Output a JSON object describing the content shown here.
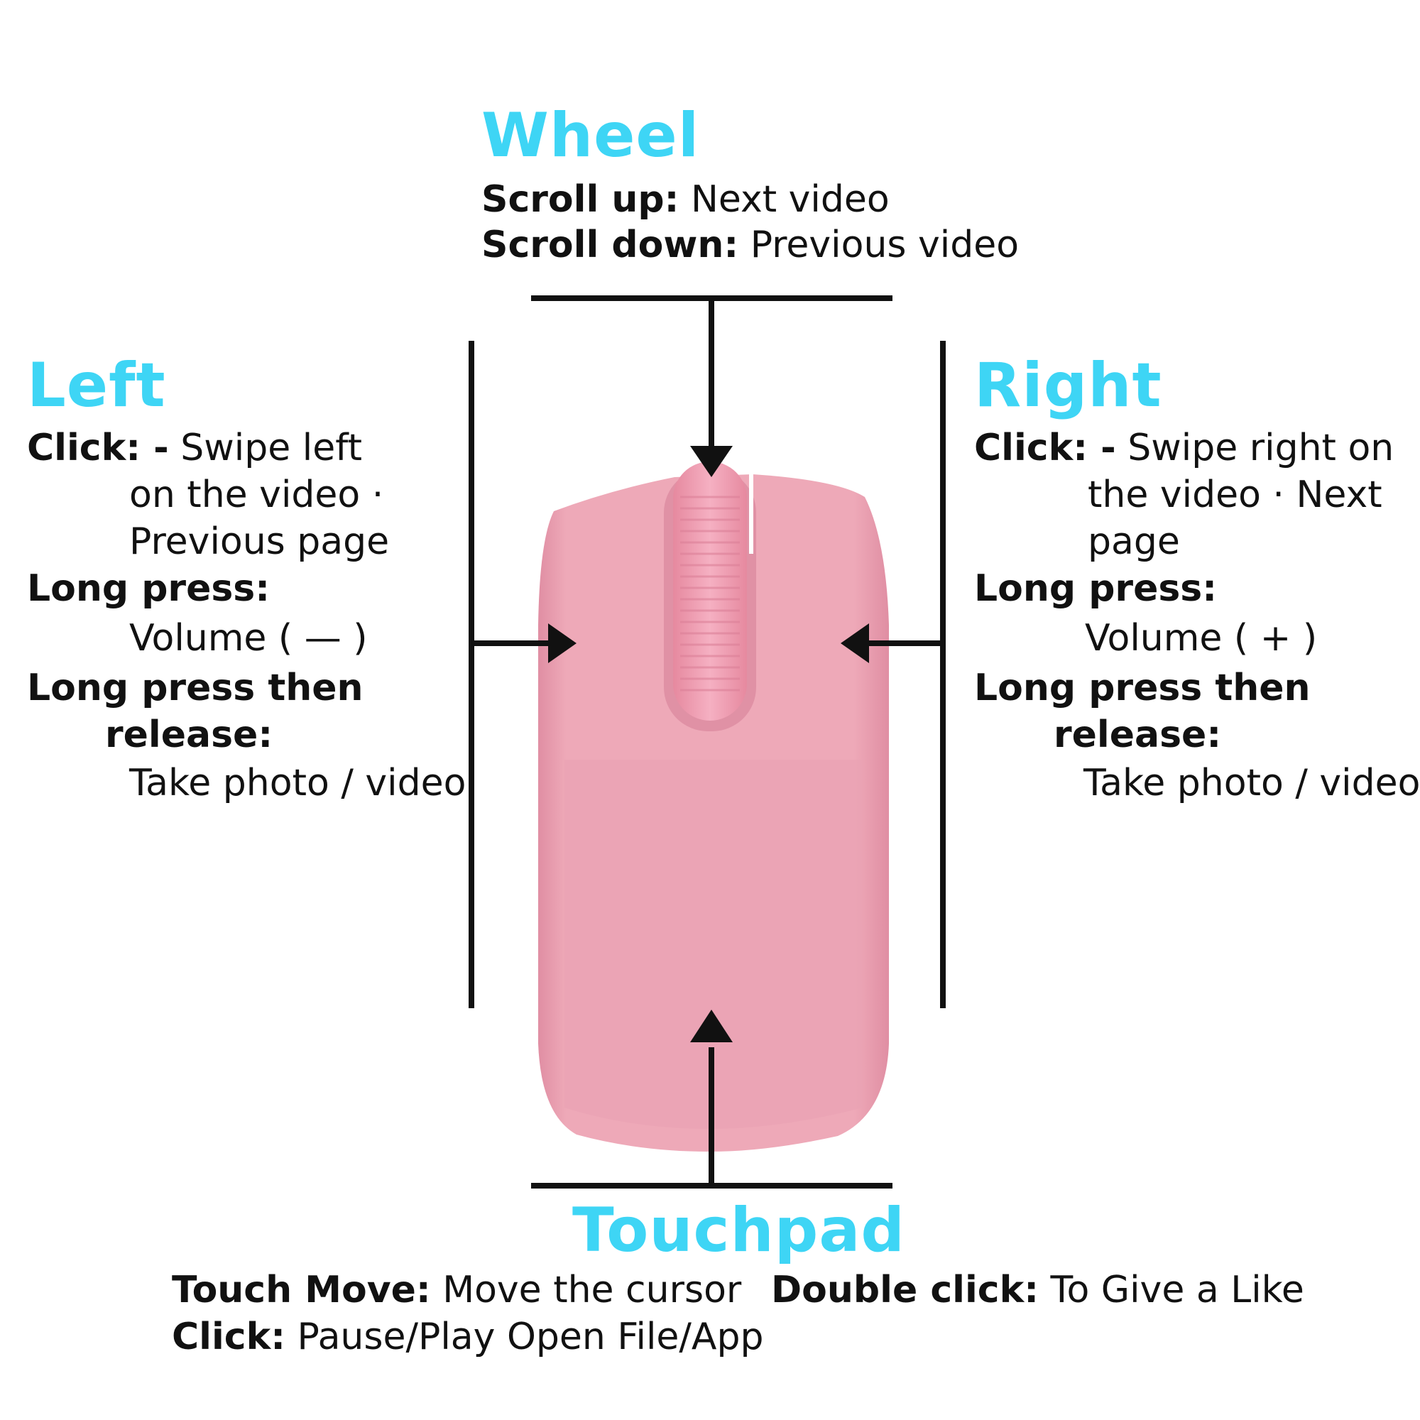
{
  "colors": {
    "heading": "#3ed5f5",
    "mouse_body": "#eea9b8",
    "mouse_shade": "#e596a9",
    "wheel": "#f09db3",
    "line": "#111111"
  },
  "wheel": {
    "heading": "Wheel",
    "scroll_up_label": "Scroll up:",
    "scroll_up_value": "Next video",
    "scroll_down_label": "Scroll down:",
    "scroll_down_value": "Previous video"
  },
  "left": {
    "heading": "Left",
    "click_label": "Click: -",
    "click_line1": "Swipe left",
    "click_line2": "on the video ·",
    "click_line3": "Previous page",
    "long_press_label": "Long press:",
    "long_press_value": "Volume ( — )",
    "long_release_label1": "Long press then",
    "long_release_label2": "release:",
    "long_release_value": "Take photo / video"
  },
  "right": {
    "heading": "Right",
    "click_label": "Click: -",
    "click_line1": "Swipe right on",
    "click_line2": "the video · Next",
    "click_line3": "page",
    "long_press_label": "Long press:",
    "long_press_value": "Volume ( + )",
    "long_release_label1": "Long press then",
    "long_release_label2": "release:",
    "long_release_value": "Take photo / video"
  },
  "touchpad": {
    "heading": "Touchpad",
    "touch_move_label": "Touch Move:",
    "touch_move_value": "Move the cursor",
    "click_label": "Click:",
    "click_value": "Pause/Play Open File/App",
    "double_click_label": "Double click:",
    "double_click_value": "To Give a Like"
  }
}
